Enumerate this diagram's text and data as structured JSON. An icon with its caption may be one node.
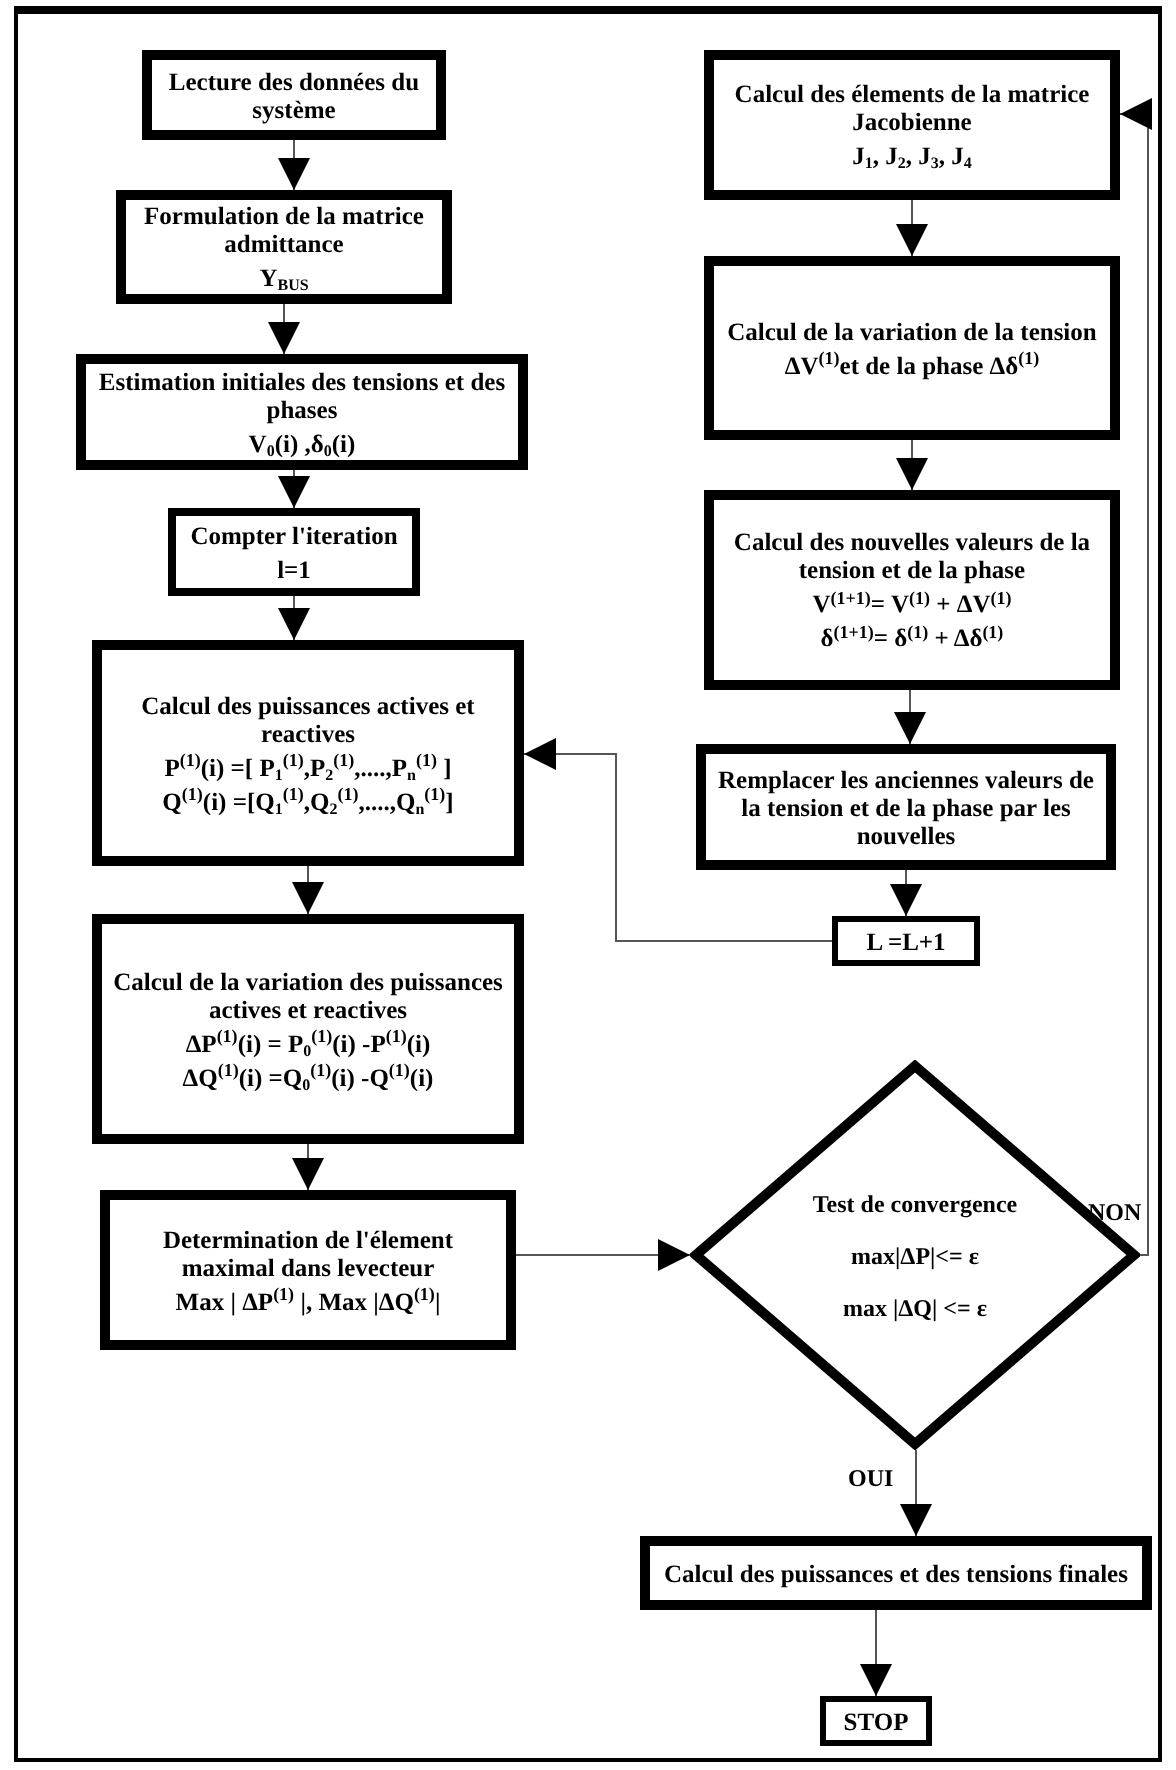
{
  "diagram": {
    "nodes": [
      {
        "text": [
          "Lecture des données du système"
        ]
      },
      {
        "text": [
          "Formulation de la matrice admittance",
          "Y$_{BUS}$"
        ]
      },
      {
        "text": [
          "Estimation initiales des tensions et des phases",
          "V$_{0}$(i) ,δ$_{0}$(i)"
        ]
      },
      {
        "text": [
          "Compter l'iteration",
          "l=1"
        ]
      },
      {
        "text": [
          "Calcul des puissances actives et reactives",
          "P$^{(1)}$(i) =[ P$_{1}$$^{(1)}$,P$_{2}$$^{(1)}$,....,P$_{n}$$^{(1)}$ ]",
          "Q$^{(1)}$(i) =[Q$_{1}$$^{(1)}$,Q$_{2}$$^{(1)}$,....,Q$_{n}$$^{(1)}$]"
        ]
      },
      {
        "text": [
          "Calcul de la variation des puissances actives et reactives",
          "ΔP$^{(1)}$(i) = P$_{0}$$^{(1)}$(i) -P$^{(1)}$(i)",
          "ΔQ$^{(1)}$(i) =Q$_{0}$$^{(1)}$(i) -Q$^{(1)}$(i)"
        ]
      },
      {
        "text": [
          "Determination de l'élement maximal dans levecteur",
          "Max | ΔP$^{(1)}$ |, Max |ΔQ$^{(1)}$|"
        ]
      },
      {
        "text": [
          "Calcul des élements de la matrice Jacobienne",
          "J$_{1}$, J$_{2}$, J$_{3}$, J$_{4}$"
        ]
      },
      {
        "text": [
          "Calcul de la variation de la tension",
          "ΔV$^{(1)}$et de la phase Δδ$^{(1)}$"
        ]
      },
      {
        "text": [
          "Calcul des nouvelles valeurs de la tension et de la phase",
          "V$^{(1+1)}$= V$^{(1)}$ + ΔV$^{(1)}$",
          "δ$^{(1+1)}$= δ$^{(1)}$ + Δδ$^{(1)}$"
        ]
      },
      {
        "text": [
          "Remplacer les anciennes valeurs de la tension et de la phase par les nouvelles"
        ]
      },
      {
        "text": [
          "L =L+1"
        ]
      },
      {
        "text": [
          "Test de convergence",
          "max|ΔP|<= ε",
          "max |ΔQ| <= ε"
        ]
      },
      {
        "text": [
          "Calcul des puissances et des tensions finales"
        ]
      },
      {
        "text": [
          "STOP"
        ]
      }
    ],
    "edges": [
      {
        "from": 0,
        "to": 1,
        "arrow": "to"
      },
      {
        "from": 1,
        "to": 2,
        "arrow": "to"
      },
      {
        "from": 2,
        "to": 3,
        "arrow": "to"
      },
      {
        "from": 3,
        "to": 4,
        "arrow": "to"
      },
      {
        "from": 4,
        "to": 5,
        "arrow": "to"
      },
      {
        "from": 5,
        "to": 6,
        "arrow": "to"
      },
      {
        "from": 6,
        "to": 12,
        "arrow": "to"
      },
      {
        "from": 12,
        "to": 7,
        "arrow": "to",
        "label": "NON"
      },
      {
        "from": 7,
        "to": 8,
        "arrow": "to"
      },
      {
        "from": 8,
        "to": 9,
        "arrow": "to"
      },
      {
        "from": 9,
        "to": 10,
        "arrow": "to"
      },
      {
        "from": 10,
        "to": 11,
        "arrow": "to"
      },
      {
        "from": 11,
        "to": 4,
        "arrow": "to"
      },
      {
        "from": 12,
        "to": 13,
        "arrow": "to",
        "label": "OUI"
      },
      {
        "from": 13,
        "to": 14,
        "arrow": "to"
      }
    ]
  }
}
